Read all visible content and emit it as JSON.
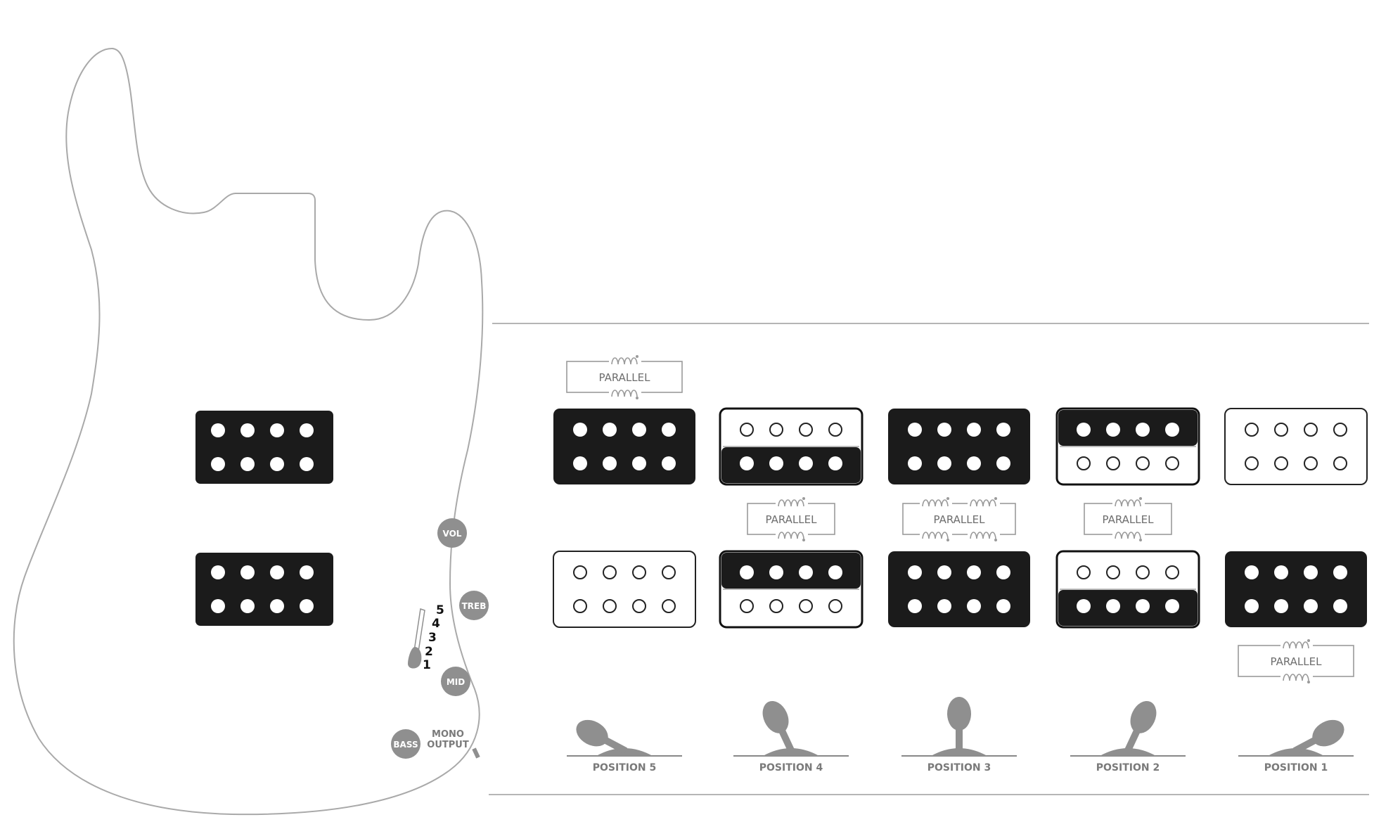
{
  "colors": {
    "outline": "#a9a9a9",
    "pickup_dark": "#1b1b1b",
    "knob": "#8f8f8f",
    "label": "#7a7a7a",
    "coil_line": "#9a9a9a"
  },
  "body": {
    "knobs": [
      "VOL",
      "TREB",
      "MID",
      "BASS"
    ],
    "output_label_line1": "MONO",
    "output_label_line2": "OUTPUT",
    "switch_numbers": [
      "5",
      "4",
      "3",
      "2",
      "1"
    ]
  },
  "positions": [
    {
      "label": "POSITION 5",
      "neck": "dark",
      "bridge": "light",
      "wiring_label": "PARALLEL",
      "wiring_location": "above-neck",
      "lever": "far-left"
    },
    {
      "label": "POSITION 4",
      "neck": "top-light-bottom-dark",
      "bridge": "top-dark-bottom-light",
      "wiring_label": "PARALLEL",
      "wiring_location": "between",
      "lever": "left"
    },
    {
      "label": "POSITION 3",
      "neck": "dark",
      "bridge": "dark",
      "wiring_label": "PARALLEL",
      "wiring_location": "between-double",
      "lever": "center"
    },
    {
      "label": "POSITION 2",
      "neck": "top-dark-bottom-light",
      "bridge": "top-light-bottom-dark",
      "wiring_label": "PARALLEL",
      "wiring_location": "between",
      "lever": "right"
    },
    {
      "label": "POSITION 1",
      "neck": "light",
      "bridge": "dark",
      "wiring_label": "PARALLEL",
      "wiring_location": "below-bridge",
      "lever": "far-right"
    }
  ]
}
